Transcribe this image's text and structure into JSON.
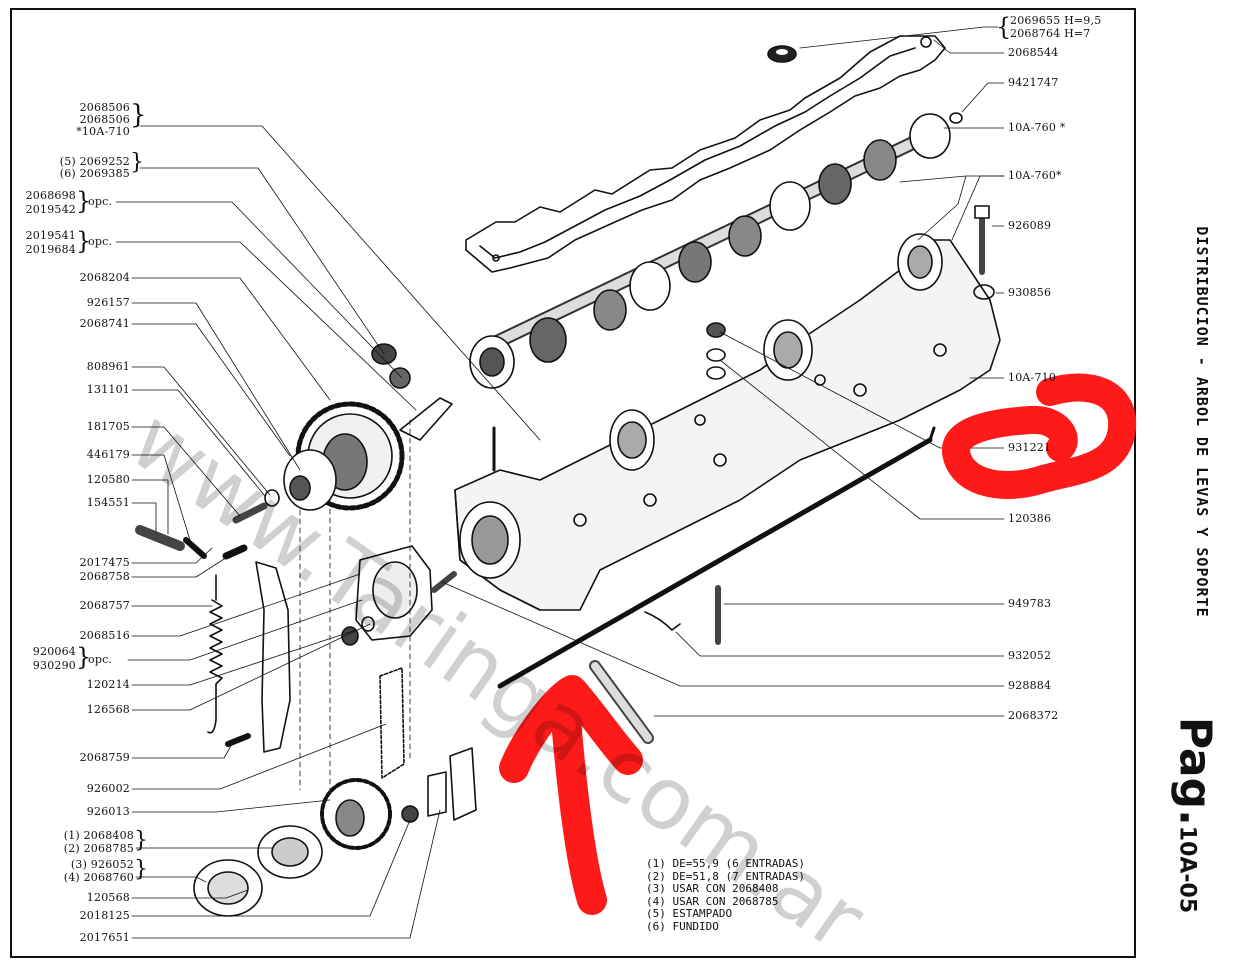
{
  "header": {
    "side_title": "DISTRIBUCION - ARBOL DE LEVAS Y SOPORTE",
    "page_prefix": "Pag.",
    "page_number": "10A-05"
  },
  "watermark": "www.Taringa.com.ar",
  "left_labels": {
    "l1a": "2068506",
    "l1b": "2068506",
    "l1c": "*10A-710",
    "l2a": "(5)  2069252",
    "l2b": "(6)  2069385",
    "l3a": "2068698",
    "l3b": "2019542",
    "l3opc": "opc.",
    "l4a": "2019541",
    "l4b": "2019684",
    "l4opc": "opc.",
    "l5": "2068204",
    "l6": "926157",
    "l7": "2068741",
    "l8": "808961",
    "l9": "131101",
    "l10": "181705",
    "l11": "446179",
    "l12": "120580",
    "l13": "154551",
    "l14": "2017475",
    "l15": "2068758",
    "l16": "2068757",
    "l17": "2068516",
    "l18a": "920064",
    "l18b": "930290",
    "l18opc": "opc.",
    "l19": "120214",
    "l20": "126568",
    "l21": "2068759",
    "l22": "926002",
    "l23": "926013",
    "l24a": "(1)  2068408",
    "l24b": "(2)  2068785",
    "l24c": "(3)   926052",
    "l24d": "(4)  2068760",
    "l25": "120568",
    "l26": "2018125",
    "l27": "2017651"
  },
  "right_labels": {
    "r1a": "2069655 H=9,5",
    "r1b": "2068764 H=7",
    "r2": "2068544",
    "r3": "9421747",
    "r4": "10A-760  *",
    "r5": "10A-760*",
    "r6": "926089",
    "r7": "930856",
    "r8": "10A-710",
    "r9": "931221",
    "r10": "120386",
    "r11": "949783",
    "r12": "932052",
    "r13": "928884",
    "r14": "2068372"
  },
  "notes": [
    "(1) DE=55,9 (6 ENTRADAS)",
    "(2) DE=51,8 (7 ENTRADAS)",
    "(3) USAR CON 2068408",
    "(4) USAR CON 2068785",
    "(5) ESTAMPADO",
    "(6) FUNDIDO"
  ],
  "colors": {
    "ink": "#111111",
    "paper": "#ffffff",
    "marker": "#ff1a1a"
  }
}
